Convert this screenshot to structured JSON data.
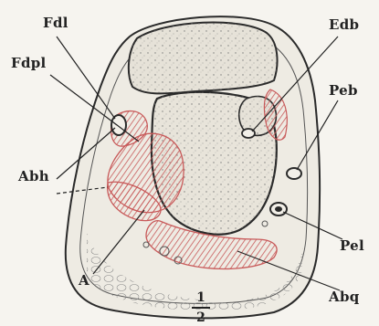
{
  "figure": {
    "labels": {
      "fdl": "Fdl",
      "fdpl": "Fdpl",
      "abh": "Abh",
      "edb": "Edb",
      "peb": "Peb",
      "pel": "Pel",
      "abq": "Abq",
      "a": "A"
    },
    "scale": {
      "numerator": "1",
      "denominator": "2"
    },
    "colors": {
      "muscle": "#c85a5a",
      "outline": "#2a2a2a",
      "paper": "#f6f4ef"
    }
  }
}
